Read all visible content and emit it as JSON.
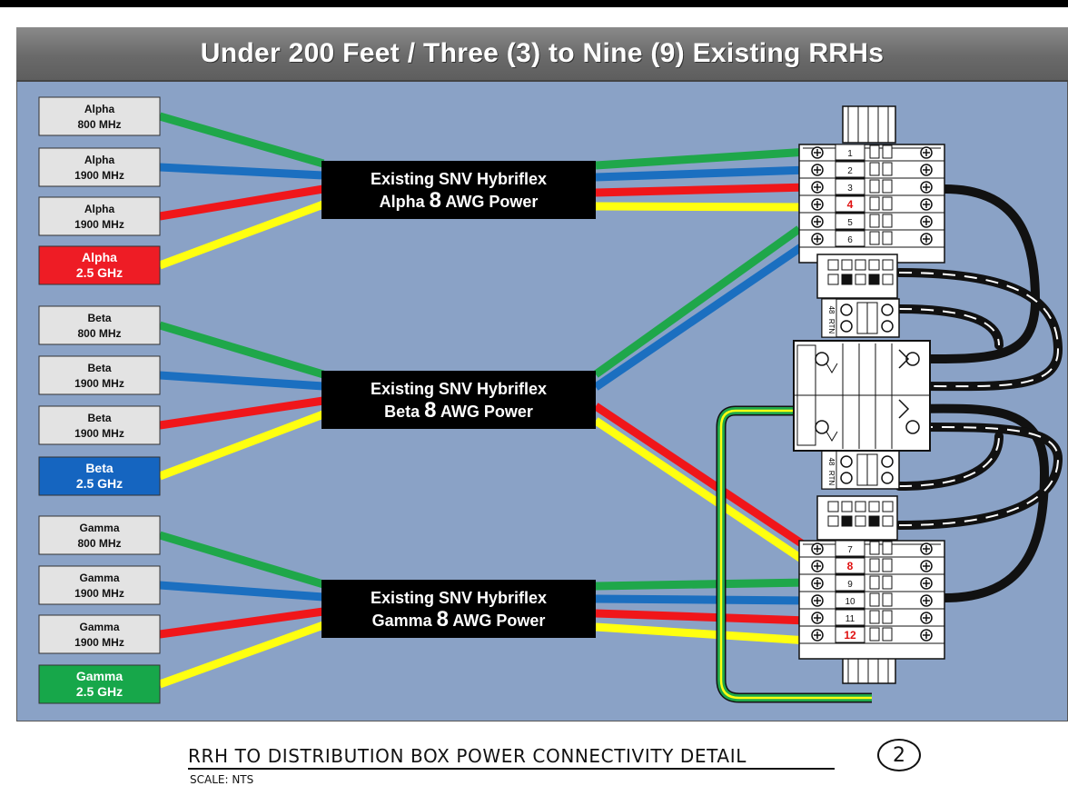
{
  "title": "Under 200 Feet / Three (3) to Nine (9) Existing RRHs",
  "colors": {
    "green": "#1fa74a",
    "blue": "#1b6fc0",
    "red": "#f0161a",
    "yellow": "#ffff10",
    "background": "#8aa2c6"
  },
  "rrh_boxes": [
    {
      "line1": "Alpha",
      "line2": "800 MHz",
      "style": "gray"
    },
    {
      "line1": "Alpha",
      "line2": "1900 MHz",
      "style": "gray"
    },
    {
      "line1": "Alpha",
      "line2": "1900 MHz",
      "style": "gray"
    },
    {
      "line1": "Alpha",
      "line2": "2.5 GHz",
      "style": "red"
    },
    {
      "line1": "Beta",
      "line2": "800 MHz",
      "style": "gray"
    },
    {
      "line1": "Beta",
      "line2": "1900 MHz",
      "style": "gray"
    },
    {
      "line1": "Beta",
      "line2": "1900 MHz",
      "style": "gray"
    },
    {
      "line1": "Beta",
      "line2": "2.5 GHz",
      "style": "blue"
    },
    {
      "line1": "Gamma",
      "line2": "800 MHz",
      "style": "gray"
    },
    {
      "line1": "Gamma",
      "line2": "1900 MHz",
      "style": "gray"
    },
    {
      "line1": "Gamma",
      "line2": "1900 MHz",
      "style": "gray"
    },
    {
      "line1": "Gamma",
      "line2": "2.5 GHz",
      "style": "green"
    }
  ],
  "cables": [
    {
      "line1": "Existing SNV Hybriflex",
      "line2a": "Alpha ",
      "num": "8",
      "line2b": " AWG Power"
    },
    {
      "line1": "Existing SNV Hybriflex",
      "line2a": "Beta ",
      "num": "8",
      "line2b": " AWG Power"
    },
    {
      "line1": "Existing SNV Hybriflex",
      "line2a": "Gamma ",
      "num": "8",
      "line2b": " AWG Power"
    }
  ],
  "terminals": [
    "1",
    "2",
    "3",
    "4",
    "5",
    "6",
    "7",
    "8",
    "9",
    "10",
    "11",
    "12"
  ],
  "highlight_terminals": [
    "4",
    "8",
    "12"
  ],
  "labels": {
    "rtn": "RTN",
    "v48": "48"
  },
  "caption": "RRH TO DISTRIBUTION BOX POWER CONNECTIVITY DETAIL",
  "scale": "SCALE: NTS",
  "detail_number": "2"
}
